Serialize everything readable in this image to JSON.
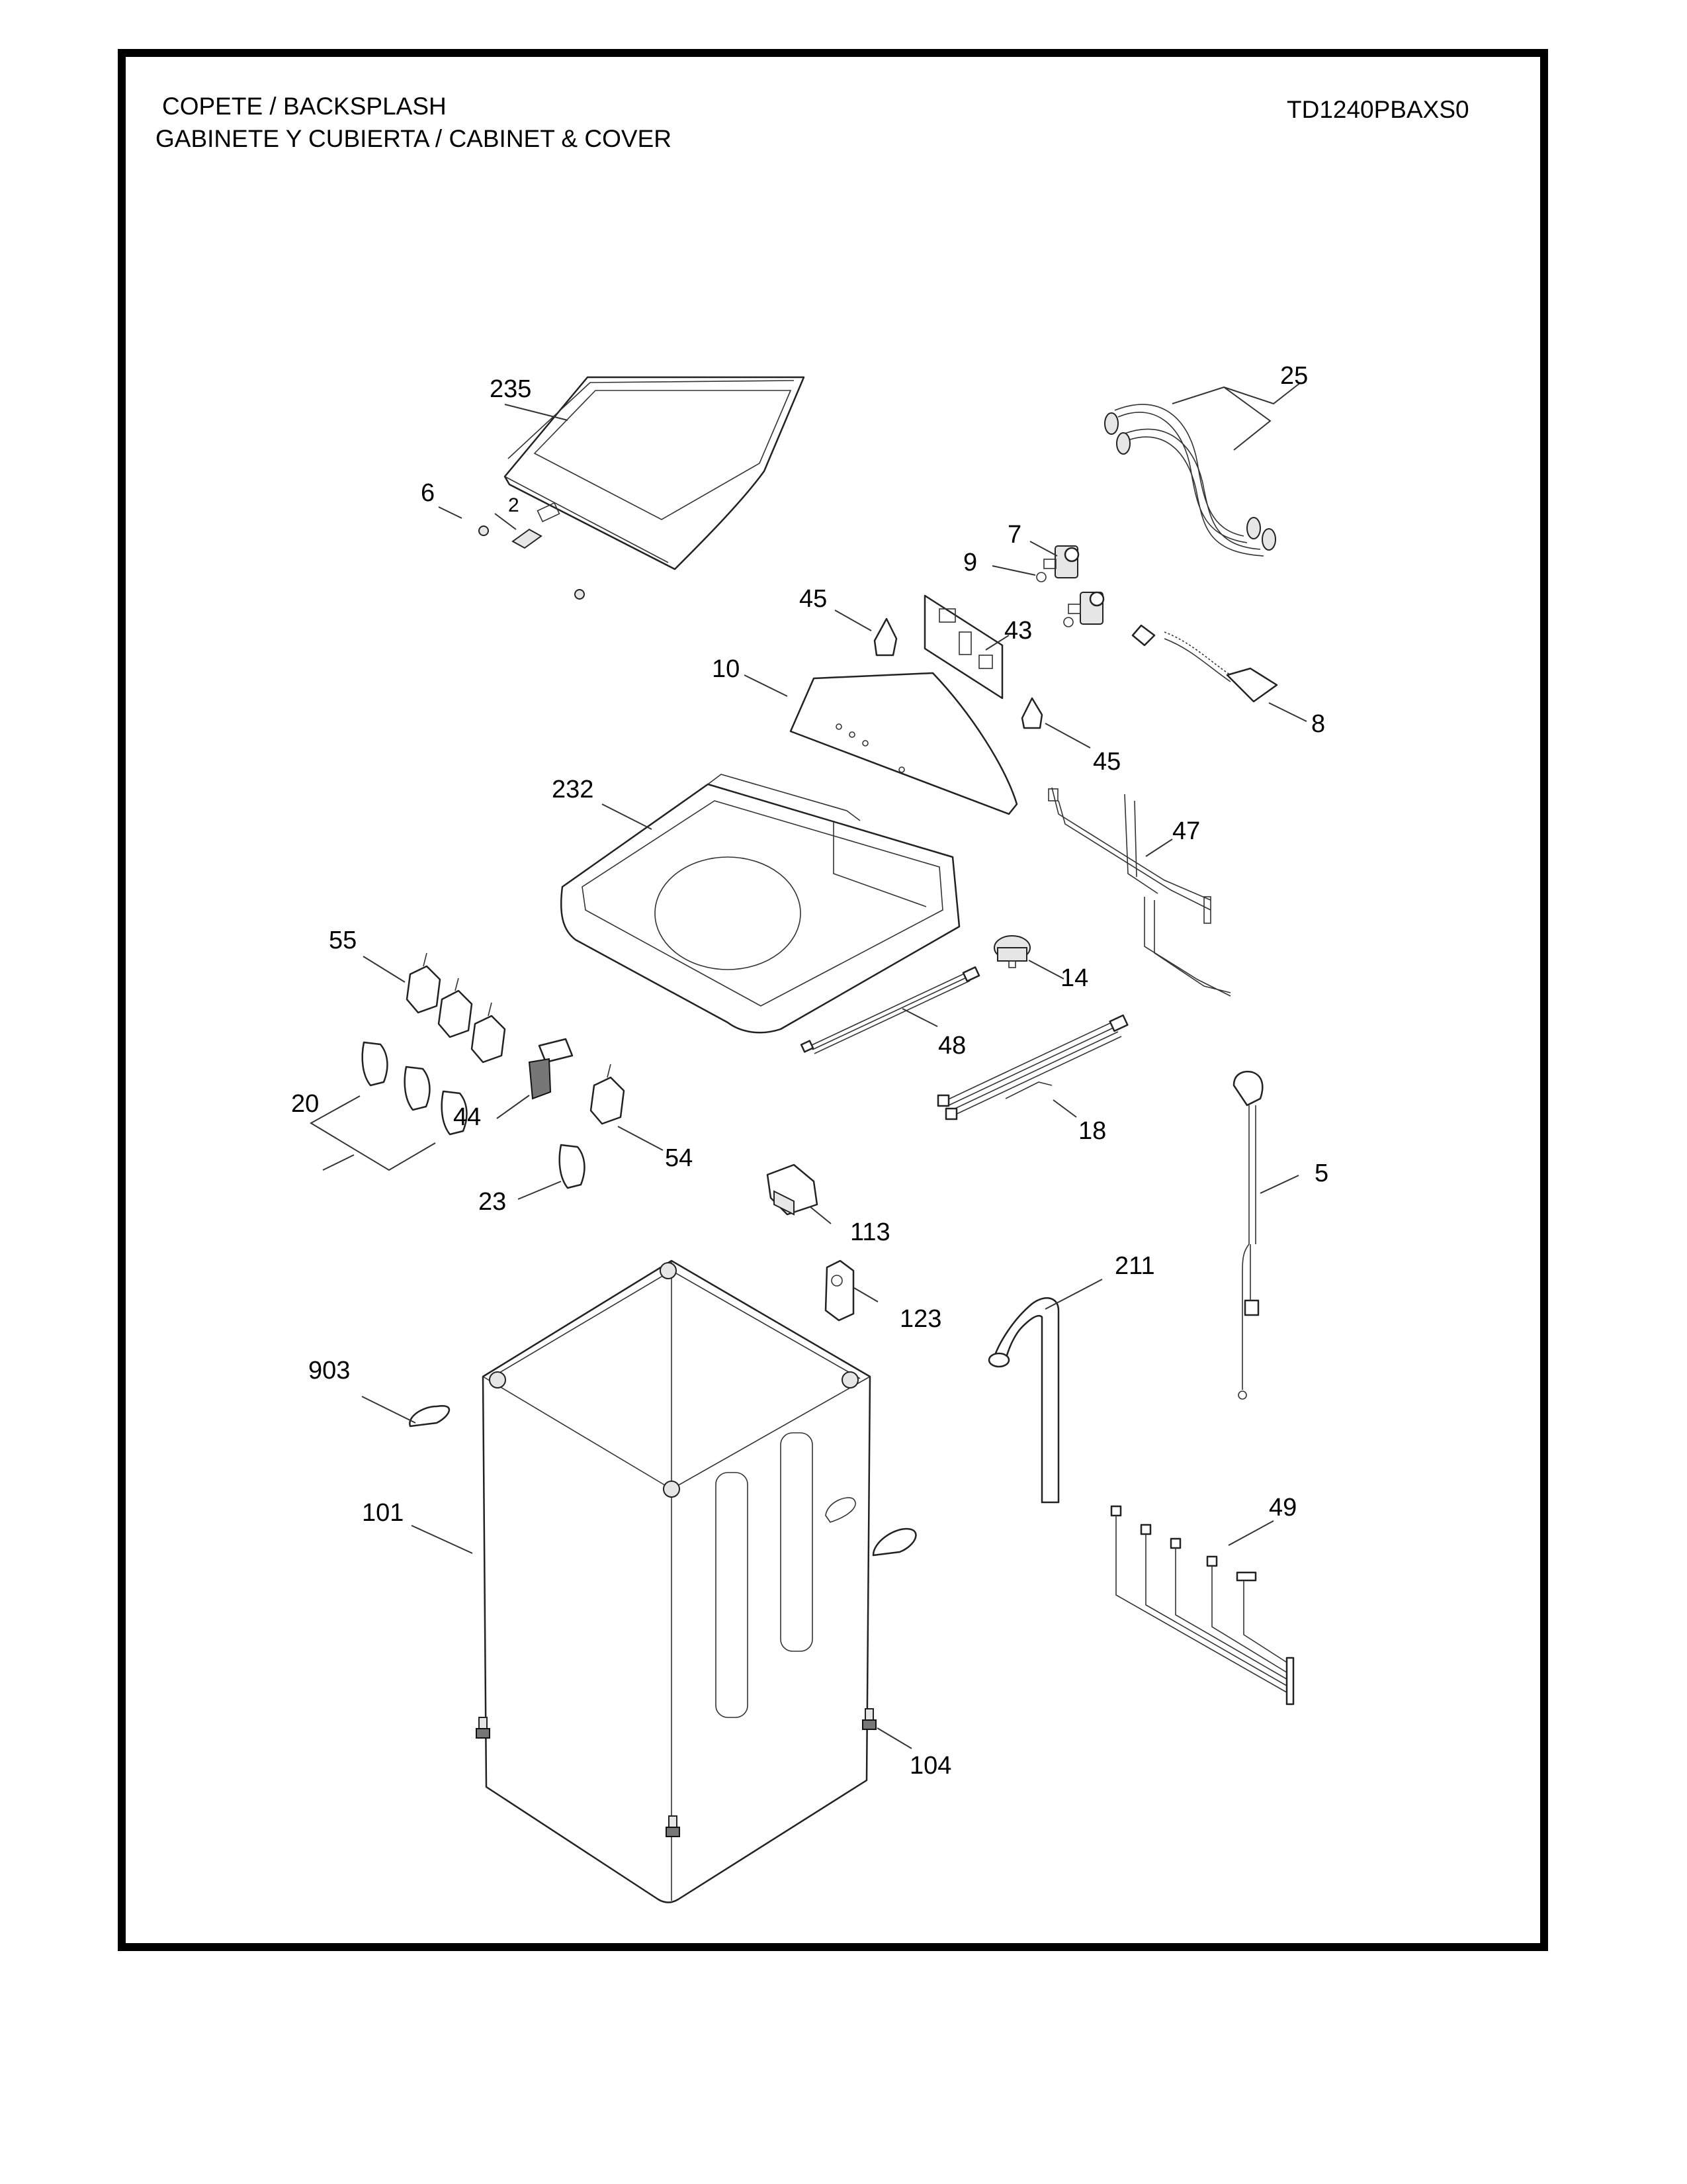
{
  "header": {
    "title_line1": "COPETE / BACKSPLASH",
    "title_line2": "GABINETE Y CUBIERTA / CABINET & COVER",
    "model_number": "TD1240PBAXS0"
  },
  "diagram": {
    "type": "exploded-parts-view",
    "callouts": [
      {
        "id": "235",
        "label": "235",
        "part": "lid-top-cover"
      },
      {
        "id": "6",
        "label": "6",
        "part": "screw-nut"
      },
      {
        "id": "2",
        "label": "2",
        "part": "emblem-badge"
      },
      {
        "id": "25",
        "label": "25",
        "part": "inlet-hoses"
      },
      {
        "id": "7",
        "label": "7",
        "part": "water-inlet-valve"
      },
      {
        "id": "9",
        "label": "9",
        "part": "hose-clamp"
      },
      {
        "id": "45a",
        "label": "45",
        "part": "pcb-support-bracket"
      },
      {
        "id": "43",
        "label": "43",
        "part": "control-board"
      },
      {
        "id": "10",
        "label": "10",
        "part": "control-panel-backsplash"
      },
      {
        "id": "45b",
        "label": "45",
        "part": "pcb-support-bracket"
      },
      {
        "id": "8",
        "label": "8",
        "part": "dispenser-hose"
      },
      {
        "id": "232",
        "label": "232",
        "part": "top-cover"
      },
      {
        "id": "47",
        "label": "47",
        "part": "wire-harness"
      },
      {
        "id": "55",
        "label": "55",
        "part": "selector-switch"
      },
      {
        "id": "14",
        "label": "14",
        "part": "pressure-switch"
      },
      {
        "id": "48",
        "label": "48",
        "part": "wire-harness-short"
      },
      {
        "id": "20",
        "label": "20",
        "part": "control-knobs"
      },
      {
        "id": "44",
        "label": "44",
        "part": "lid-switch"
      },
      {
        "id": "54",
        "label": "54",
        "part": "selector-switch"
      },
      {
        "id": "18",
        "label": "18",
        "part": "main-wire-harness"
      },
      {
        "id": "5",
        "label": "5",
        "part": "power-cord"
      },
      {
        "id": "23",
        "label": "23",
        "part": "timer-knob"
      },
      {
        "id": "113",
        "label": "113",
        "part": "terminal-block"
      },
      {
        "id": "211",
        "label": "211",
        "part": "drain-hose"
      },
      {
        "id": "123",
        "label": "123",
        "part": "hose-guide"
      },
      {
        "id": "903",
        "label": "903",
        "part": "handle-grip"
      },
      {
        "id": "101",
        "label": "101",
        "part": "cabinet"
      },
      {
        "id": "49",
        "label": "49",
        "part": "wire-harness-lower"
      },
      {
        "id": "104",
        "label": "104",
        "part": "leveling-feet"
      }
    ]
  }
}
